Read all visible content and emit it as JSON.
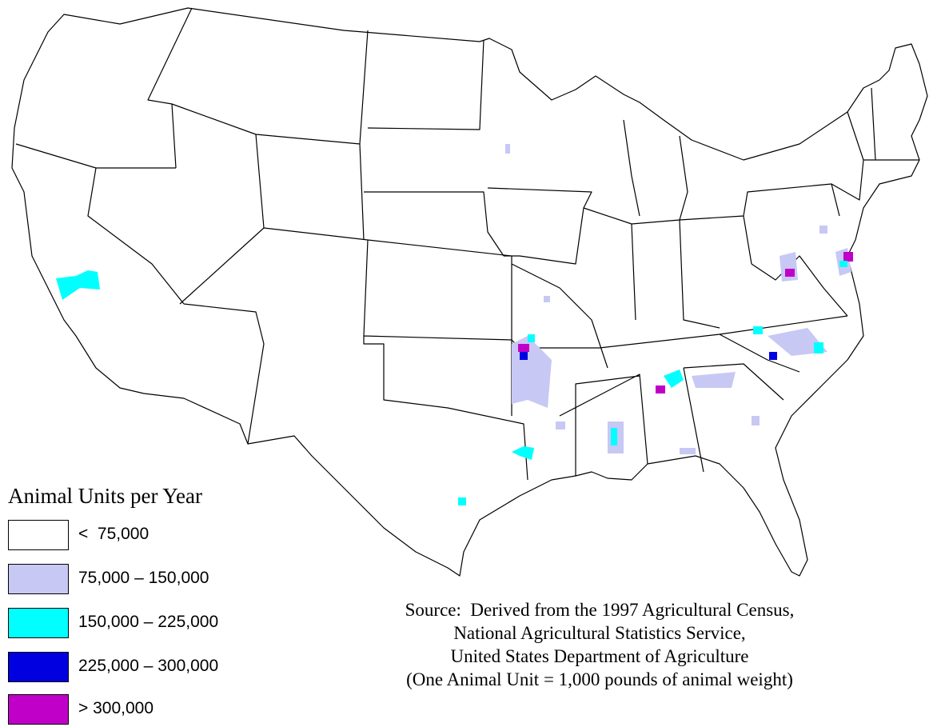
{
  "legend": {
    "title": "Animal Units per Year",
    "items": [
      {
        "label": "<  75,000",
        "color": "#ffffff"
      },
      {
        "label": "75,000 – 150,000",
        "color": "#c8c8f5"
      },
      {
        "label": "150,000 – 225,000",
        "color": "#00ffff"
      },
      {
        "label": "225,000 – 300,000",
        "color": "#0000e0"
      },
      {
        "label": "> 300,000",
        "color": "#c000c8"
      }
    ]
  },
  "source": {
    "lines": [
      "Source:  Derived from the 1997 Agricultural Census,",
      "National Agricultural Statistics Service,",
      "United States Department of Agriculture",
      "(One Animal Unit = 1,000 pounds of animal weight)"
    ]
  },
  "colors": {
    "outline": "#000000",
    "land": "#ffffff"
  }
}
